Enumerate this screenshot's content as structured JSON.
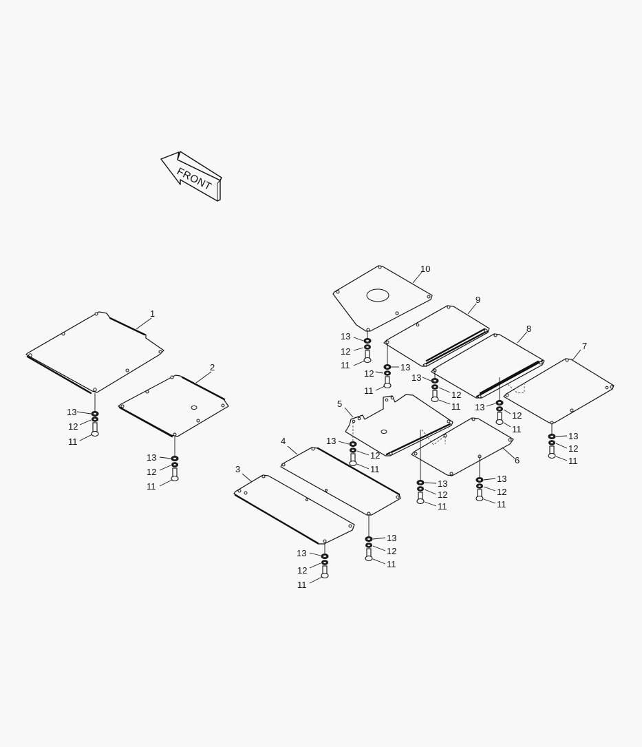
{
  "diagram": {
    "type": "exploded-parts-view",
    "background": "#f8f8f8",
    "line_color": "#111111",
    "orientation_indicator": {
      "label": "FRONT",
      "icon": "front-arrow-icon"
    },
    "parts": [
      {
        "callout": "1",
        "description": "large floor plate (left)"
      },
      {
        "callout": "2",
        "description": "floor plate with center hole"
      },
      {
        "callout": "3",
        "description": "long narrow plate"
      },
      {
        "callout": "4",
        "description": "long narrow plate with stiffened edge"
      },
      {
        "callout": "5",
        "description": "plate with mounting tabs and center hole"
      },
      {
        "callout": "6",
        "description": "rectangular plate"
      },
      {
        "callout": "7",
        "description": "rectangular plate (right)"
      },
      {
        "callout": "8",
        "description": "plate with folded edge"
      },
      {
        "callout": "9",
        "description": "plate with folded edge"
      },
      {
        "callout": "10",
        "description": "top plate with circular opening"
      },
      {
        "callout": "11",
        "description": "bolt"
      },
      {
        "callout": "12",
        "description": "lock washer"
      },
      {
        "callout": "13",
        "description": "flat washer"
      }
    ],
    "labels": {
      "p1": "1",
      "p2": "2",
      "p3": "3",
      "p4": "4",
      "p5": "5",
      "p6": "6",
      "p7": "7",
      "p8": "8",
      "p9": "9",
      "p10": "10",
      "bolt": "11",
      "lock_washer": "12",
      "flat_washer": "13"
    },
    "fastener_stacks": [
      {
        "id": "s1",
        "under_part": "1",
        "labels": [
          "13",
          "12",
          "11"
        ]
      },
      {
        "id": "s2",
        "under_part": "2",
        "labels": [
          "13",
          "12",
          "11"
        ]
      },
      {
        "id": "s3",
        "under_part": "3",
        "labels": [
          "13",
          "12",
          "11"
        ]
      },
      {
        "id": "s4",
        "under_part": "4",
        "labels": [
          "13",
          "12",
          "11"
        ]
      },
      {
        "id": "s5",
        "under_part": "5",
        "labels": [
          "13",
          "12",
          "11"
        ]
      },
      {
        "id": "s6a",
        "under_part": "6",
        "labels": [
          "13",
          "12",
          "11"
        ]
      },
      {
        "id": "s6b",
        "under_part": "6",
        "labels": [
          "13",
          "12",
          "11"
        ]
      },
      {
        "id": "s7",
        "under_part": "7",
        "labels": [
          "13",
          "12",
          "11"
        ]
      },
      {
        "id": "s8",
        "under_part": "8",
        "labels": [
          "13",
          "12",
          "11"
        ]
      },
      {
        "id": "s9",
        "under_part": "9",
        "labels": [
          "13",
          "12",
          "11"
        ]
      },
      {
        "id": "s10",
        "under_part": "10",
        "labels": [
          "13",
          "12",
          "11"
        ]
      }
    ]
  }
}
